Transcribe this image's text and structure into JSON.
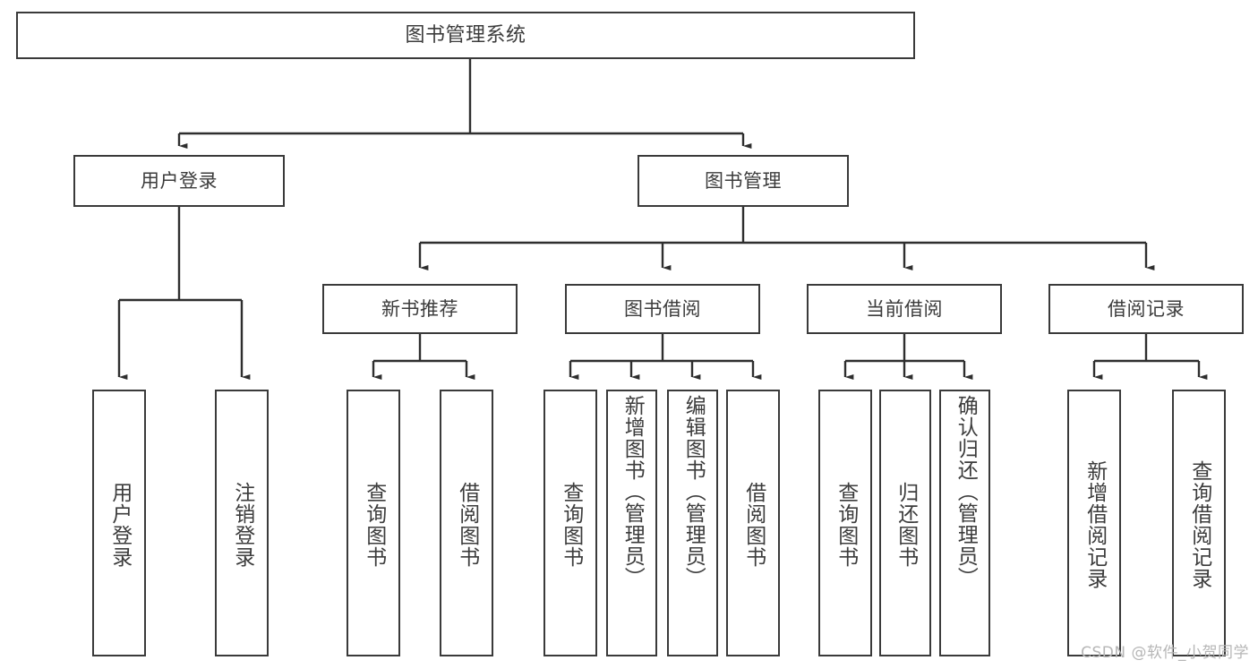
{
  "diagram": {
    "title": "图书管理系统",
    "type": "hierarchy-tree",
    "levels": 4,
    "root": {
      "label": "图书管理系统"
    },
    "level2": [
      {
        "label": "用户登录"
      },
      {
        "label": "图书管理"
      }
    ],
    "level3": [
      {
        "label": "新书推荐"
      },
      {
        "label": "图书借阅"
      },
      {
        "label": "当前借阅"
      },
      {
        "label": "借阅记录"
      }
    ],
    "leaves": {
      "user_login": [
        {
          "label": "用户登录"
        },
        {
          "label": "注销登录"
        }
      ],
      "new_book_recommend": [
        {
          "label": "查询图书"
        },
        {
          "label": "借阅图书"
        }
      ],
      "book_borrow": [
        {
          "label": "查询图书"
        },
        {
          "label": "新增图书（管理员）"
        },
        {
          "label": "编辑图书（管理员）"
        },
        {
          "label": "借阅图书"
        }
      ],
      "current_borrow": [
        {
          "label": "查询图书"
        },
        {
          "label": "归还图书"
        },
        {
          "label": "确认归还（管理员）"
        }
      ],
      "borrow_records": [
        {
          "label": "新增借阅记录"
        },
        {
          "label": "查询借阅记录"
        }
      ]
    }
  },
  "colors": {
    "border": "#3a3a3a",
    "text": "#3c3c3c",
    "background": "#ffffff",
    "watermark": "#b6b6b6"
  },
  "watermark": {
    "text": "CSDN @软件_小贺同学"
  }
}
